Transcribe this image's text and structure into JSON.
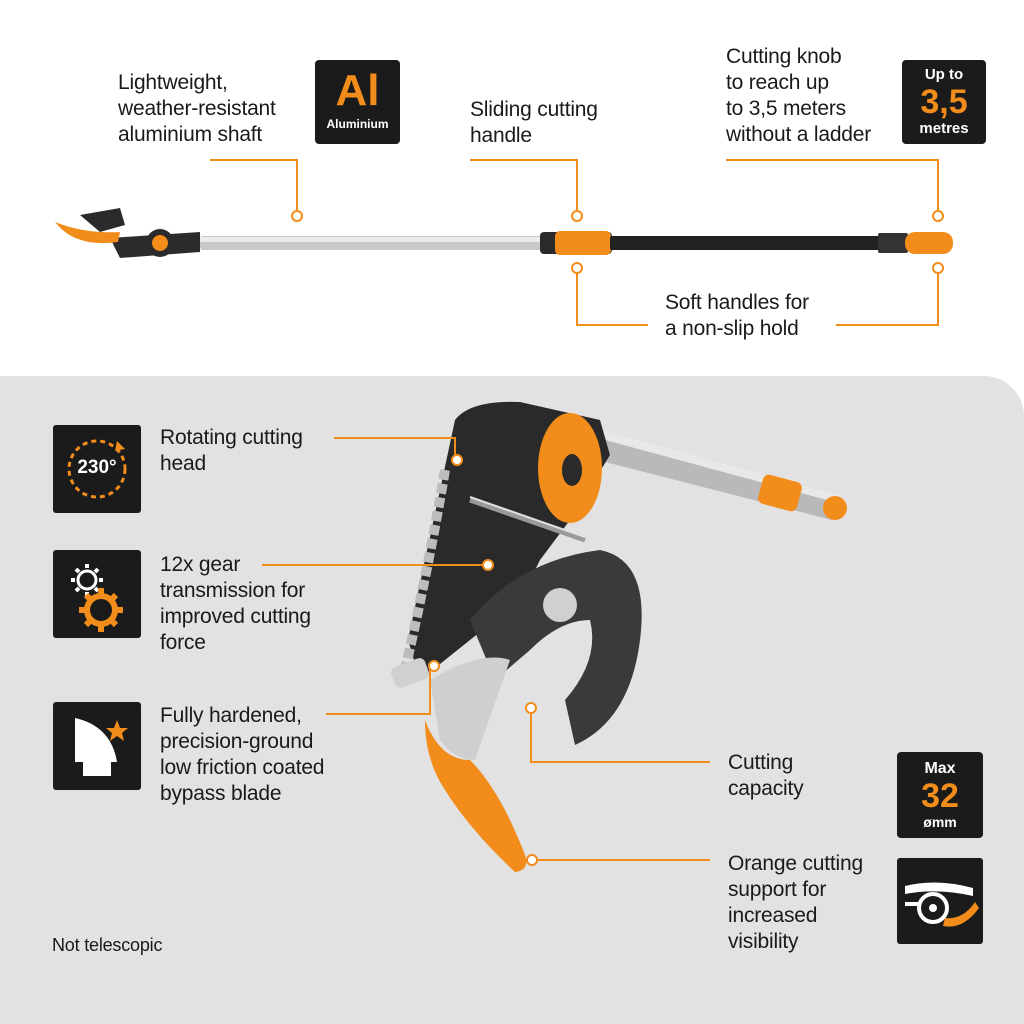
{
  "colors": {
    "accent": "#f28c1b",
    "panel": "#e2e2e2",
    "badge": "#1b1b1b",
    "text": "#1a1a1a"
  },
  "top": {
    "shaft_label": [
      "Lightweight,",
      "weather-resistant",
      "aluminium shaft"
    ],
    "al_badge": {
      "symbol": "Al",
      "caption": "Aluminium"
    },
    "handle_label": [
      "Sliding cutting",
      "handle"
    ],
    "knob_label": [
      "Cutting knob",
      "to reach up",
      "to 3,5 meters",
      "without a ladder"
    ],
    "reach_badge": {
      "line1": "Up to",
      "value": "3,5",
      "unit": "metres"
    },
    "soft_label": [
      "Soft handles for",
      "a non-slip hold"
    ]
  },
  "bottom": {
    "rotating": {
      "icon_text": "230°",
      "label": [
        "Rotating cutting",
        "head"
      ]
    },
    "gear": {
      "label": [
        "12x gear",
        "transmission for",
        "improved cutting",
        "force"
      ]
    },
    "blade": {
      "label": [
        "Fully hardened,",
        "precision-ground",
        "low friction coated",
        "bypass blade"
      ]
    },
    "capacity": {
      "label": [
        "Cutting",
        "capacity"
      ],
      "badge": {
        "line1": "Max",
        "value": "32",
        "unit": "ømm"
      }
    },
    "support": {
      "label": [
        "Orange cutting",
        "support for",
        "increased",
        "visibility"
      ]
    },
    "note": "Not telescopic"
  }
}
